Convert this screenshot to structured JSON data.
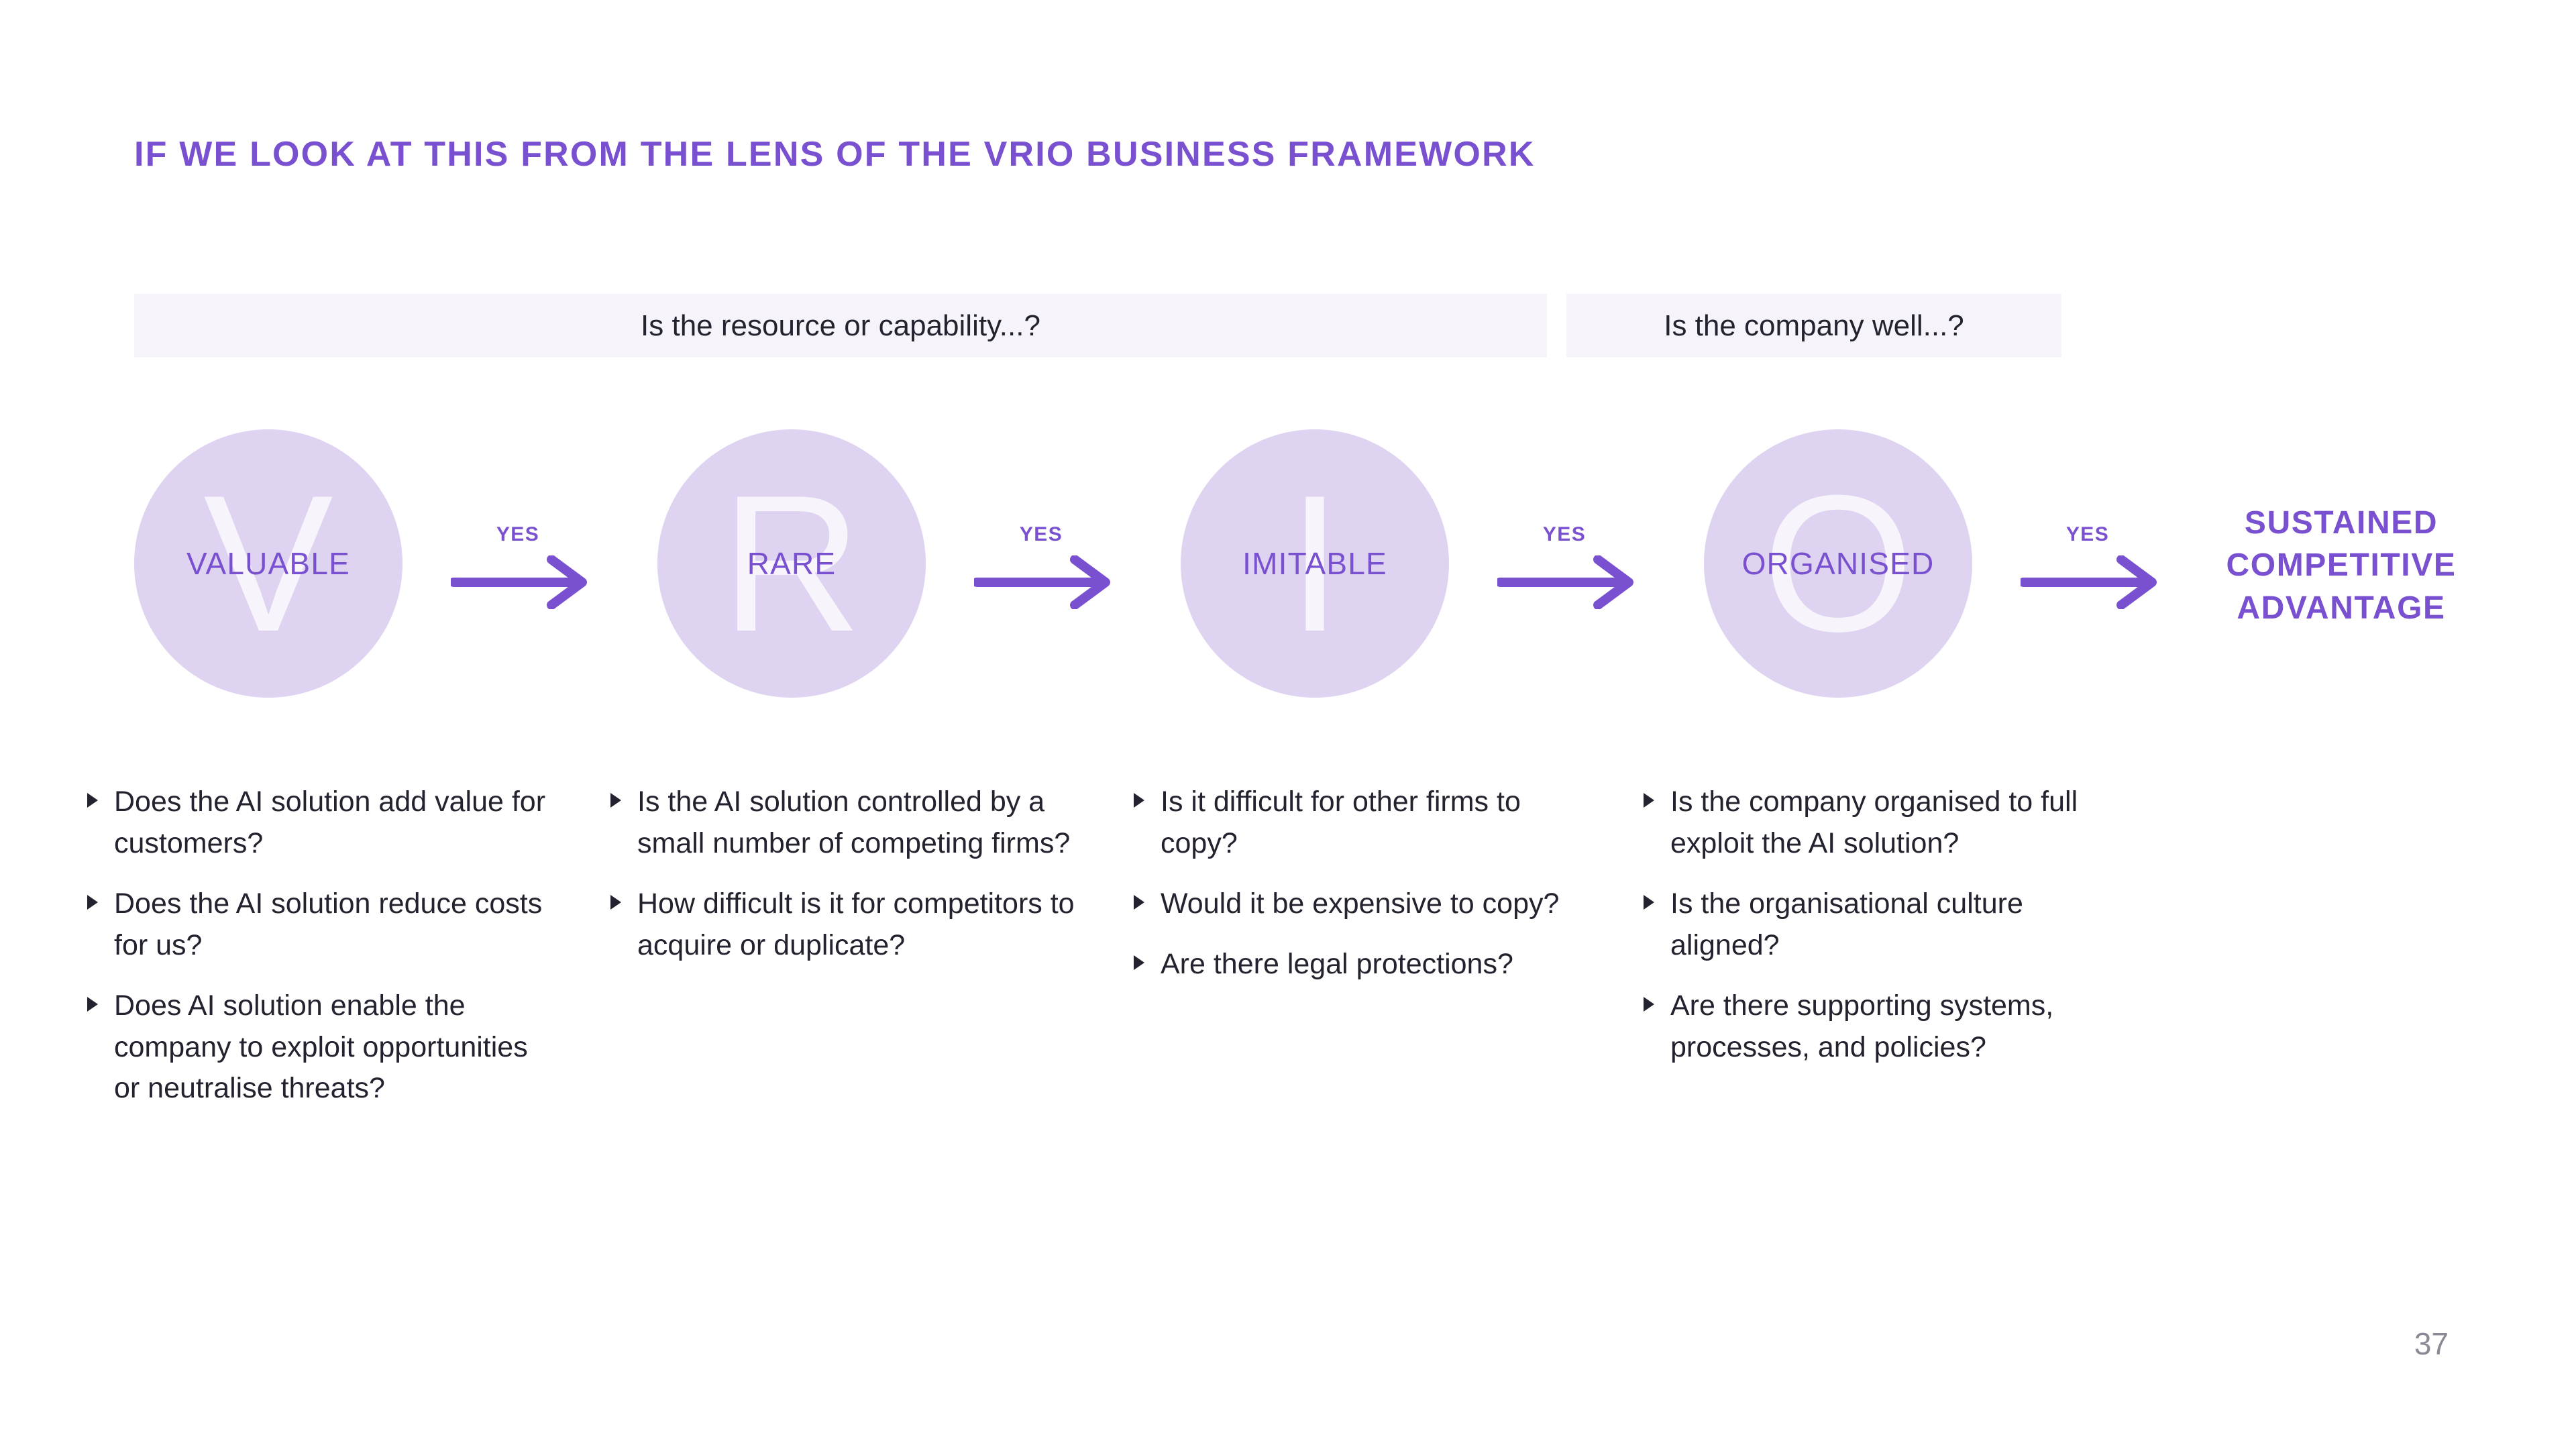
{
  "slide": {
    "title": "IF WE LOOK AT THIS FROM THE LENS OF THE VRIO BUSINESS FRAMEWORK",
    "page_number": "37"
  },
  "colors": {
    "accent_purple": "#7950D0",
    "circle_fill": "#DED3F0",
    "watermark": "#F7F4FC",
    "header_bar_bg": "#F6F4FA",
    "body_text": "#23232F",
    "page_number": "#8A8A96"
  },
  "header_bars": [
    {
      "label": "Is the resource or capability...?"
    },
    {
      "label": "Is the company well...?"
    }
  ],
  "flow": {
    "arrow_label": "YES",
    "stages": [
      {
        "label": "VALUABLE",
        "watermark": "V"
      },
      {
        "label": "RARE",
        "watermark": "R"
      },
      {
        "label": "IMITABLE",
        "watermark": "I"
      },
      {
        "label": "ORGANISED",
        "watermark": "O"
      }
    ],
    "arrows": [
      {
        "label": "YES"
      },
      {
        "label": "YES"
      },
      {
        "label": "YES"
      },
      {
        "label": "YES"
      }
    ],
    "outcome": {
      "line1": "SUSTAINED",
      "line2": "COMPETITIVE",
      "line3": "ADVANTAGE"
    }
  },
  "columns": [
    {
      "key": "valuable",
      "bullets": [
        "Does the AI solution add value for customers?",
        "Does the AI solution reduce costs for us?",
        "Does AI solution enable the company to exploit opportunities or neutralise threats?"
      ]
    },
    {
      "key": "rare",
      "bullets": [
        "Is the AI solution controlled by a small number of competing firms?",
        "How difficult is it for competitors to acquire or duplicate?"
      ]
    },
    {
      "key": "imitable",
      "bullets": [
        "Is it difficult for other firms to copy?",
        "Would it be expensive to copy?",
        "Are there legal protections?"
      ]
    },
    {
      "key": "organised",
      "bullets": [
        "Is the company organised to full exploit the AI solution?",
        "Is the organisational culture aligned?",
        "Are there supporting systems, processes, and policies?"
      ]
    }
  ]
}
